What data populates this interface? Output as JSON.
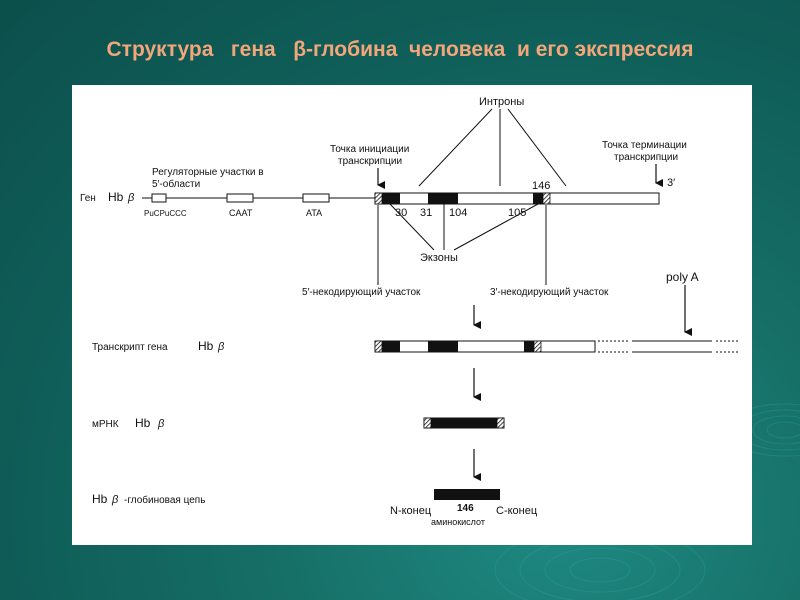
{
  "title": "Структура   гена   β-глобина  человека  и его экспрессия",
  "diagram": {
    "introns": "Интроны",
    "init_point_1": "Точка инициации",
    "init_point_2": "транскрипции",
    "term_point_1": "Точка терминации",
    "term_point_2": "транскрипции",
    "three_prime_top": "3′",
    "reg_1": "Регуляторные участки в",
    "reg_2": "5′-области",
    "gene_label": "Ген",
    "hb": "Hb",
    "beta": "β",
    "box_pucpuccc": "PuCPuCCC",
    "box_caat": "CAAT",
    "box_ata": "ATA",
    "num_146_top": "146",
    "num_30": "30",
    "num_31": "31",
    "num_104": "104",
    "num_105": "105",
    "exons": "Экзоны",
    "utr5": "5′-некодирующий участок",
    "utr3": "3′-некодирующий участок",
    "poly_a": "poly A",
    "transcript_label": "Транскрипт гена",
    "mrna_label": "мРНК",
    "chain_label": "-глобиновая цепь",
    "n_end": "N-конец",
    "num_146_bottom": "146",
    "c_end": "С-конец",
    "amino_acids": "аминокислот"
  },
  "colors": {
    "background": "#0f5c57",
    "title": "#f2a67a",
    "panel": "#ffffff",
    "ink": "#111111"
  }
}
